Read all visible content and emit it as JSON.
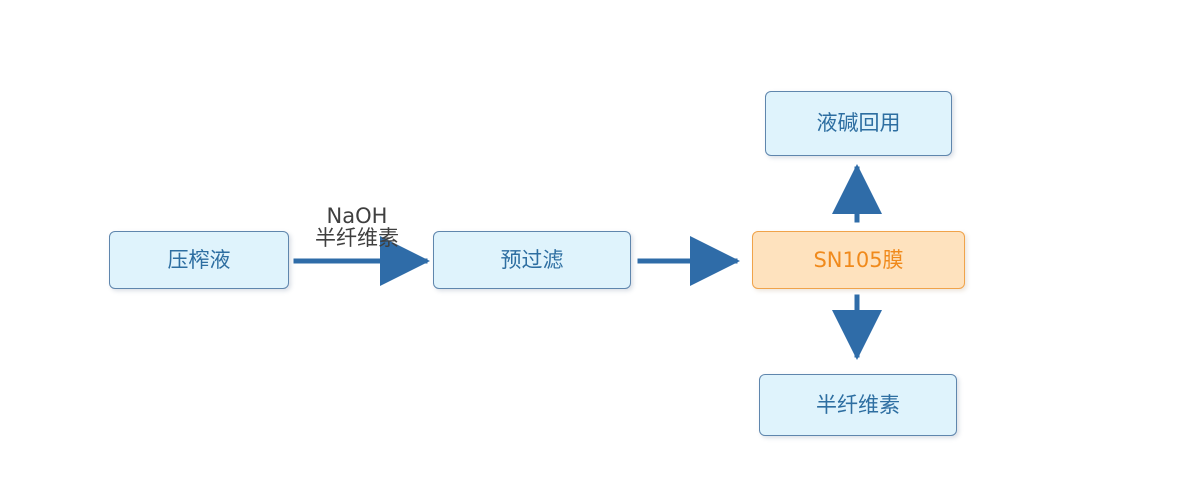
{
  "diagram": {
    "nodes": {
      "press_liquor": "压榨液",
      "prefiltration": "预过滤",
      "membrane": "SN105膜",
      "alkali_recovery": "液碱回用",
      "hemicellulose": "半纤维素"
    },
    "arrow_label": {
      "line1": "NaOH",
      "line2": "半纤维素"
    }
  },
  "colors": {
    "node_fill": "#dff3fc",
    "node_border": "#5f86ad",
    "node_text": "#2d6ea1",
    "highlight_fill": "#fee2be",
    "highlight_border": "#f0a34a",
    "highlight_text": "#f08a1c",
    "arrow": "#2f6ca8"
  }
}
